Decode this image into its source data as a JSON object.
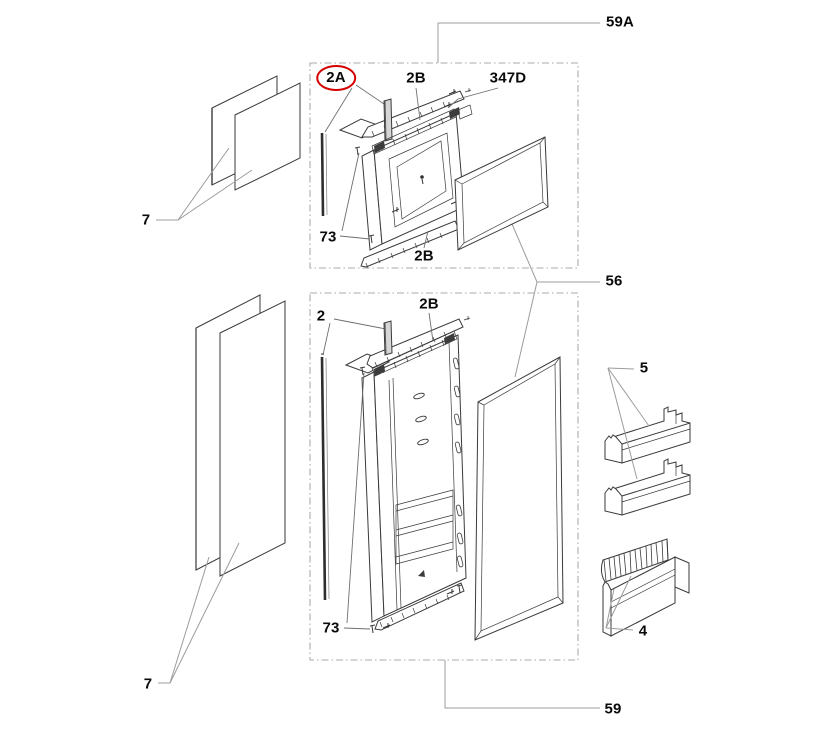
{
  "diagram": {
    "kind": "exploded-parts-diagram",
    "subject": "refrigerator-doors",
    "highlight_color": "#d40000",
    "line_color": "#3a3a3a",
    "leader_color": "#9c9c9c",
    "box_border_color": "#ababab",
    "highlighted_part": "2A"
  },
  "labels": {
    "upper_assembly": "59A",
    "upper_trim": "2A",
    "upper_rail_top": "2B",
    "upper_screw_kit": "347D",
    "upper_fixing_screws": "73",
    "upper_rail_bottom": "2B",
    "upper_door_panels": "7",
    "door_gaskets": "56",
    "lower_trim": "2",
    "lower_rail_top": "2B",
    "lower_fixing_screws": "73",
    "lower_door_panels": "7",
    "door_shelves": "5",
    "bottle_shelf": "4",
    "lower_assembly": "59"
  }
}
